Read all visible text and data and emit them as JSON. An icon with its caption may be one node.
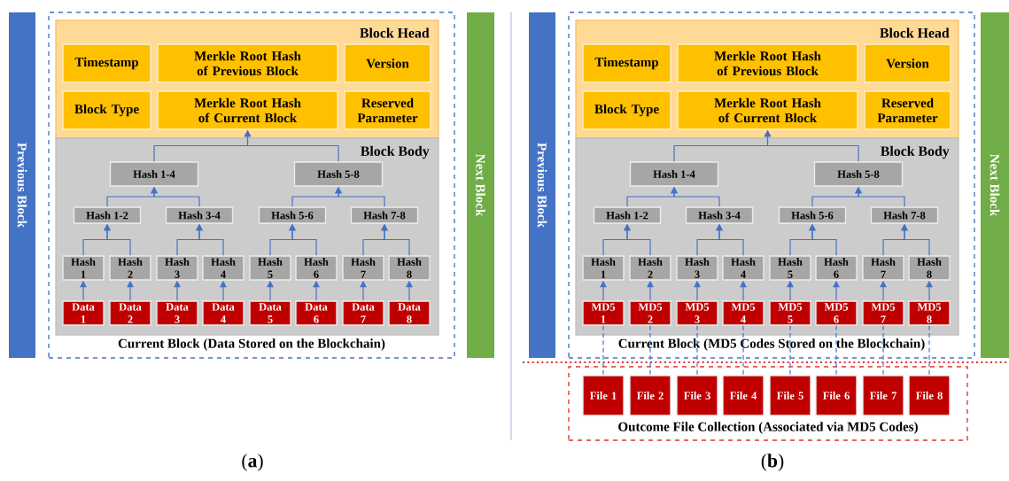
{
  "diagram": {
    "nodes": [
      {
        "text": [
          "Previous Block"
        ]
      },
      {
        "text": [
          "Current Block (Data Stored on the Blockchain)"
        ]
      },
      {
        "text": [
          "Block Head"
        ],
        "in": 1
      },
      {
        "text": [
          "Timestamp"
        ],
        "in": 2
      },
      {
        "text": [
          "Merkle Root Hash of Previous Block"
        ],
        "in": 2
      },
      {
        "text": [
          "Version"
        ],
        "in": 2
      },
      {
        "text": [
          "Block Type"
        ],
        "in": 2
      },
      {
        "text": [
          "Merkle Root Hash of Current Block"
        ],
        "in": 2
      },
      {
        "text": [
          "Reserved Parameter"
        ],
        "in": 2
      },
      {
        "text": [
          "Block Body"
        ],
        "in": 1
      },
      {
        "text": [
          "Hash 1-4"
        ],
        "in": 9
      },
      {
        "text": [
          "Hash 5-8"
        ],
        "in": 9
      },
      {
        "text": [
          "Hash 1-2"
        ],
        "in": 9
      },
      {
        "text": [
          "Hash 3-4"
        ],
        "in": 9
      },
      {
        "text": [
          "Hash 5-6"
        ],
        "in": 9
      },
      {
        "text": [
          "Hash 7-8"
        ],
        "in": 9
      },
      {
        "text": [
          "Hash 1"
        ],
        "in": 9
      },
      {
        "text": [
          "Hash 2"
        ],
        "in": 9
      },
      {
        "text": [
          "Hash 3"
        ],
        "in": 9
      },
      {
        "text": [
          "Hash 4"
        ],
        "in": 9
      },
      {
        "text": [
          "Hash 5"
        ],
        "in": 9
      },
      {
        "text": [
          "Hash 6"
        ],
        "in": 9
      },
      {
        "text": [
          "Hash 7"
        ],
        "in": 9
      },
      {
        "text": [
          "Hash 8"
        ],
        "in": 9
      },
      {
        "text": [
          "Data 1"
        ],
        "in": 9
      },
      {
        "text": [
          "Data 2"
        ],
        "in": 9
      },
      {
        "text": [
          "Data 3"
        ],
        "in": 9
      },
      {
        "text": [
          "Data 4"
        ],
        "in": 9
      },
      {
        "text": [
          "Data 5"
        ],
        "in": 9
      },
      {
        "text": [
          "Data 6"
        ],
        "in": 9
      },
      {
        "text": [
          "Data 7"
        ],
        "in": 9
      },
      {
        "text": [
          "Data 8"
        ],
        "in": 9
      },
      {
        "text": [
          "Next Block"
        ]
      },
      {
        "text": [
          "Previous Block"
        ]
      },
      {
        "text": [
          "Current Block (MD5 Codes Stored on the Blockchain)"
        ]
      },
      {
        "text": [
          "Block Head"
        ],
        "in": 34
      },
      {
        "text": [
          "Timestamp"
        ],
        "in": 35
      },
      {
        "text": [
          "Merkle Root Hash of Previous Block"
        ],
        "in": 35
      },
      {
        "text": [
          "Version"
        ],
        "in": 35
      },
      {
        "text": [
          "Block Type"
        ],
        "in": 35
      },
      {
        "text": [
          "Merkle Root Hash of Current Block"
        ],
        "in": 35
      },
      {
        "text": [
          "Reserved Parameter"
        ],
        "in": 35
      },
      {
        "text": [
          "Block Body"
        ],
        "in": 34
      },
      {
        "text": [
          "Hash 1-4"
        ],
        "in": 42
      },
      {
        "text": [
          "Hash 5-8"
        ],
        "in": 42
      },
      {
        "text": [
          "Hash 1-2"
        ],
        "in": 42
      },
      {
        "text": [
          "Hash 3-4"
        ],
        "in": 42
      },
      {
        "text": [
          "Hash 5-6"
        ],
        "in": 42
      },
      {
        "text": [
          "Hash 7-8"
        ],
        "in": 42
      },
      {
        "text": [
          "Hash 1"
        ],
        "in": 42
      },
      {
        "text": [
          "Hash 2"
        ],
        "in": 42
      },
      {
        "text": [
          "Hash 3"
        ],
        "in": 42
      },
      {
        "text": [
          "Hash 4"
        ],
        "in": 42
      },
      {
        "text": [
          "Hash 5"
        ],
        "in": 42
      },
      {
        "text": [
          "Hash 6"
        ],
        "in": 42
      },
      {
        "text": [
          "Hash 7"
        ],
        "in": 42
      },
      {
        "text": [
          "Hash 8"
        ],
        "in": 42
      },
      {
        "text": [
          "MD5 1"
        ],
        "in": 42
      },
      {
        "text": [
          "MD5 2"
        ],
        "in": 42
      },
      {
        "text": [
          "MD5 3"
        ],
        "in": 42
      },
      {
        "text": [
          "MD5 4"
        ],
        "in": 42
      },
      {
        "text": [
          "MD5 5"
        ],
        "in": 42
      },
      {
        "text": [
          "MD5 6"
        ],
        "in": 42
      },
      {
        "text": [
          "MD5 7"
        ],
        "in": 42
      },
      {
        "text": [
          "MD5 8"
        ],
        "in": 42
      },
      {
        "text": [
          "Next Block"
        ]
      },
      {
        "text": [
          "Outcome File Collection (Associated via MD5 Codes)"
        ]
      },
      {
        "text": [
          "File 1"
        ],
        "in": 66
      },
      {
        "text": [
          "File 2"
        ],
        "in": 66
      },
      {
        "text": [
          "File 3"
        ],
        "in": 66
      },
      {
        "text": [
          "File 4"
        ],
        "in": 66
      },
      {
        "text": [
          "File 5"
        ],
        "in": 66
      },
      {
        "text": [
          "File 6"
        ],
        "in": 66
      },
      {
        "text": [
          "File 7"
        ],
        "in": 66
      },
      {
        "text": [
          "File 8"
        ],
        "in": 66
      }
    ],
    "edges": [
      {
        "from": 24,
        "to": 16,
        "arrow": "to"
      },
      {
        "from": 25,
        "to": 17,
        "arrow": "to"
      },
      {
        "from": 26,
        "to": 18,
        "arrow": "to"
      },
      {
        "from": 27,
        "to": 19,
        "arrow": "to"
      },
      {
        "from": 28,
        "to": 20,
        "arrow": "to"
      },
      {
        "from": 29,
        "to": 21,
        "arrow": "to"
      },
      {
        "from": 30,
        "to": 22,
        "arrow": "to"
      },
      {
        "from": 31,
        "to": 23,
        "arrow": "to"
      },
      {
        "from": 16,
        "to": 12,
        "arrow": "to"
      },
      {
        "from": 17,
        "to": 12,
        "arrow": "to"
      },
      {
        "from": 18,
        "to": 13,
        "arrow": "to"
      },
      {
        "from": 19,
        "to": 13,
        "arrow": "to"
      },
      {
        "from": 20,
        "to": 14,
        "arrow": "to"
      },
      {
        "from": 21,
        "to": 14,
        "arrow": "to"
      },
      {
        "from": 22,
        "to": 15,
        "arrow": "to"
      },
      {
        "from": 23,
        "to": 15,
        "arrow": "to"
      },
      {
        "from": 12,
        "to": 10,
        "arrow": "to"
      },
      {
        "from": 13,
        "to": 10,
        "arrow": "to"
      },
      {
        "from": 14,
        "to": 11,
        "arrow": "to"
      },
      {
        "from": 15,
        "to": 11,
        "arrow": "to"
      },
      {
        "from": 10,
        "to": 7,
        "arrow": "to"
      },
      {
        "from": 11,
        "to": 7,
        "arrow": "to"
      },
      {
        "from": 57,
        "to": 49,
        "arrow": "to"
      },
      {
        "from": 58,
        "to": 50,
        "arrow": "to"
      },
      {
        "from": 59,
        "to": 51,
        "arrow": "to"
      },
      {
        "from": 60,
        "to": 52,
        "arrow": "to"
      },
      {
        "from": 61,
        "to": 53,
        "arrow": "to"
      },
      {
        "from": 62,
        "to": 54,
        "arrow": "to"
      },
      {
        "from": 63,
        "to": 55,
        "arrow": "to"
      },
      {
        "from": 64,
        "to": 56,
        "arrow": "to"
      },
      {
        "from": 49,
        "to": 45,
        "arrow": "to"
      },
      {
        "from": 50,
        "to": 45,
        "arrow": "to"
      },
      {
        "from": 51,
        "to": 46,
        "arrow": "to"
      },
      {
        "from": 52,
        "to": 46,
        "arrow": "to"
      },
      {
        "from": 53,
        "to": 47,
        "arrow": "to"
      },
      {
        "from": 54,
        "to": 47,
        "arrow": "to"
      },
      {
        "from": 55,
        "to": 48,
        "arrow": "to"
      },
      {
        "from": 56,
        "to": 48,
        "arrow": "to"
      },
      {
        "from": 45,
        "to": 43,
        "arrow": "to"
      },
      {
        "from": 46,
        "to": 43,
        "arrow": "to"
      },
      {
        "from": 47,
        "to": 44,
        "arrow": "to"
      },
      {
        "from": 48,
        "to": 44,
        "arrow": "to"
      },
      {
        "from": 43,
        "to": 40,
        "arrow": "to"
      },
      {
        "from": 44,
        "to": 40,
        "arrow": "to"
      },
      {
        "from": 57,
        "to": 67,
        "arrow": "none",
        "style": "dashed"
      },
      {
        "from": 58,
        "to": 68,
        "arrow": "none",
        "style": "dashed"
      },
      {
        "from": 59,
        "to": 69,
        "arrow": "none",
        "style": "dashed"
      },
      {
        "from": 60,
        "to": 70,
        "arrow": "none",
        "style": "dashed"
      },
      {
        "from": 61,
        "to": 71,
        "arrow": "none",
        "style": "dashed"
      },
      {
        "from": 62,
        "to": 72,
        "arrow": "none",
        "style": "dashed"
      },
      {
        "from": 63,
        "to": 73,
        "arrow": "none",
        "style": "dashed"
      },
      {
        "from": 64,
        "to": 74,
        "arrow": "none",
        "style": "dashed"
      }
    ],
    "labels": [
      "(**a**)",
      "(**b**)"
    ]
  }
}
